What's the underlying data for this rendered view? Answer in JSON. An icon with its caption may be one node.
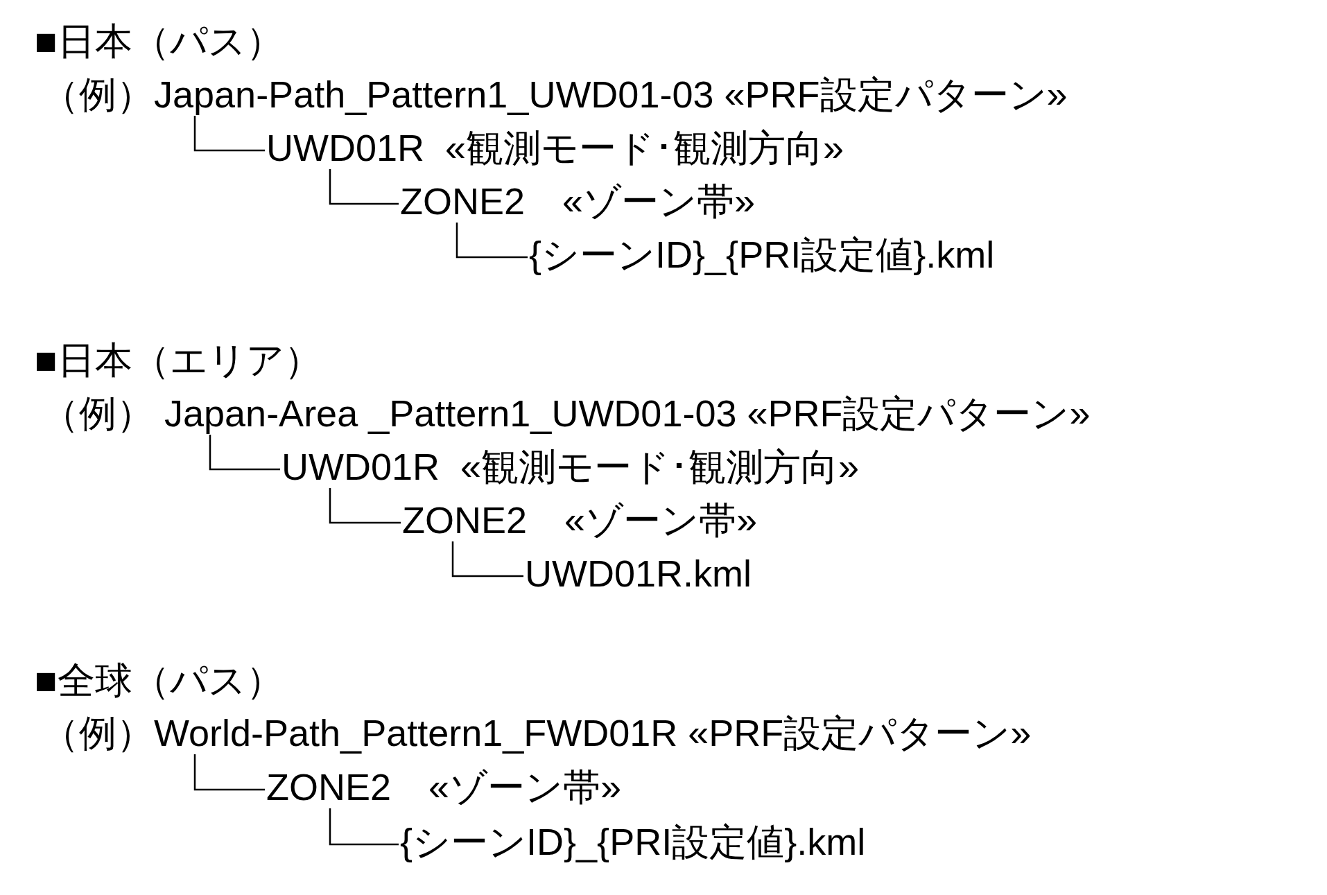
{
  "diagram": {
    "nodes": [
      {
        "text": [
          "（例）Japan-Path_Pattern1_UWD01-03 «PRF設定パターン»"
        ]
      },
      {
        "text": [
          "UWD01R  «観測モード･観測方向»"
        ]
      },
      {
        "text": [
          "ZONE2　«ゾーン帯»"
        ]
      },
      {
        "text": [
          "{シーンID}_{PRI設定値}.kml"
        ]
      },
      {
        "text": [
          "（例） Japan-Area _Pattern1_UWD01-03 «PRF設定パターン»"
        ]
      },
      {
        "text": [
          "UWD01R  «観測モード･観測方向»"
        ]
      },
      {
        "text": [
          "ZONE2　«ゾーン帯»"
        ]
      },
      {
        "text": [
          "UWD01R.kml"
        ]
      },
      {
        "text": [
          "（例）World-Path_Pattern1_FWD01R «PRF設定パターン»"
        ]
      },
      {
        "text": [
          "ZONE2　«ゾーン帯»"
        ]
      },
      {
        "text": [
          "{シーンID}_{PRI設定値}.kml"
        ]
      }
    ],
    "edges": [
      {
        "from": 0,
        "to": 1,
        "arrow": "none"
      },
      {
        "from": 1,
        "to": 2,
        "arrow": "none"
      },
      {
        "from": 2,
        "to": 3,
        "arrow": "none"
      },
      {
        "from": 4,
        "to": 5,
        "arrow": "none"
      },
      {
        "from": 5,
        "to": 6,
        "arrow": "none"
      },
      {
        "from": 6,
        "to": 7,
        "arrow": "none"
      },
      {
        "from": 8,
        "to": 9,
        "arrow": "none"
      },
      {
        "from": 9,
        "to": 10,
        "arrow": "none"
      }
    ],
    "labels": [
      "■日本（パス）",
      "■日本（エリア）",
      "■全球（パス）"
    ]
  }
}
